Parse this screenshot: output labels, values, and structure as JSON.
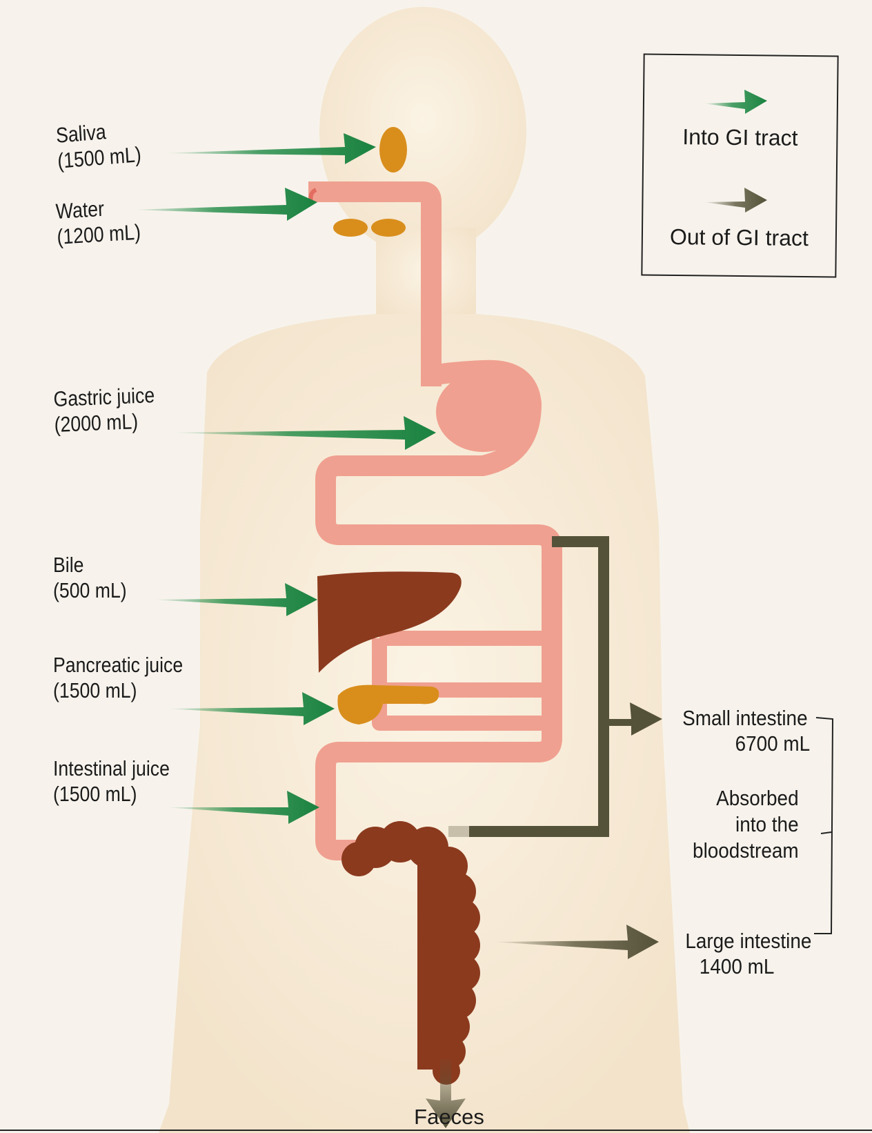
{
  "inputs": [
    {
      "label": "Saliva",
      "volume": "(1500 mL)"
    },
    {
      "label": "Water",
      "volume": "(1200 mL)"
    },
    {
      "label": "Gastric juice",
      "volume": "(2000 mL)"
    },
    {
      "label": "Bile",
      "volume": "(500 mL)"
    },
    {
      "label": "Pancreatic juice",
      "volume": "(1500 mL)"
    },
    {
      "label": "Intestinal juice",
      "volume": "(1500 mL)"
    }
  ],
  "outputs": {
    "small_intestine": {
      "label": "Small intestine",
      "volume": "6700 mL"
    },
    "absorbed": [
      "Absorbed",
      "into the",
      "bloodstream"
    ],
    "large_intestine": {
      "label": "Large intestine",
      "volume": "1400 mL"
    },
    "faeces": "Faeces"
  },
  "legend": {
    "into": "Into GI tract",
    "out": "Out of GI tract"
  },
  "colors": {
    "into_arrow": "#1f8a45",
    "out_arrow": "#5a573c",
    "gi_tract": "#f0a090",
    "liver_colon": "#8b3a1e",
    "glands": "#d98e1c",
    "body": "#f6ead8"
  }
}
